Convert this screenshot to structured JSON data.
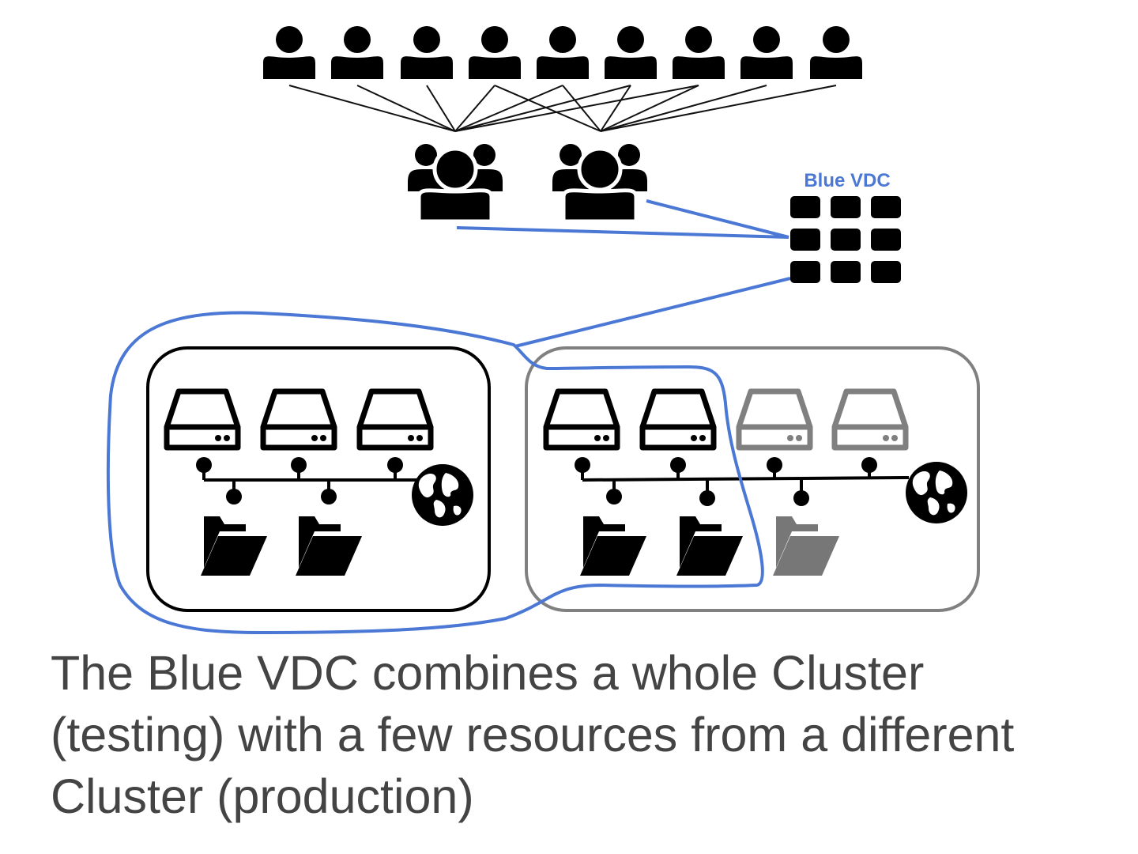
{
  "vdc": {
    "label": "Blue VDC"
  },
  "caption": {
    "lines": [
      "The Blue VDC combines a whole Cluster",
      "(testing) with a few resources from a different",
      "Cluster (production)"
    ]
  },
  "colors": {
    "vdc_blue": "#4a78d4",
    "black": "#000000",
    "gray": "#808080",
    "caption_text": "#444444"
  },
  "icons": {
    "user": "person-icon",
    "group": "group-icon",
    "vdc": "grid-icon",
    "server": "server-icon",
    "storage": "folder-icon",
    "network": "globe-icon"
  }
}
